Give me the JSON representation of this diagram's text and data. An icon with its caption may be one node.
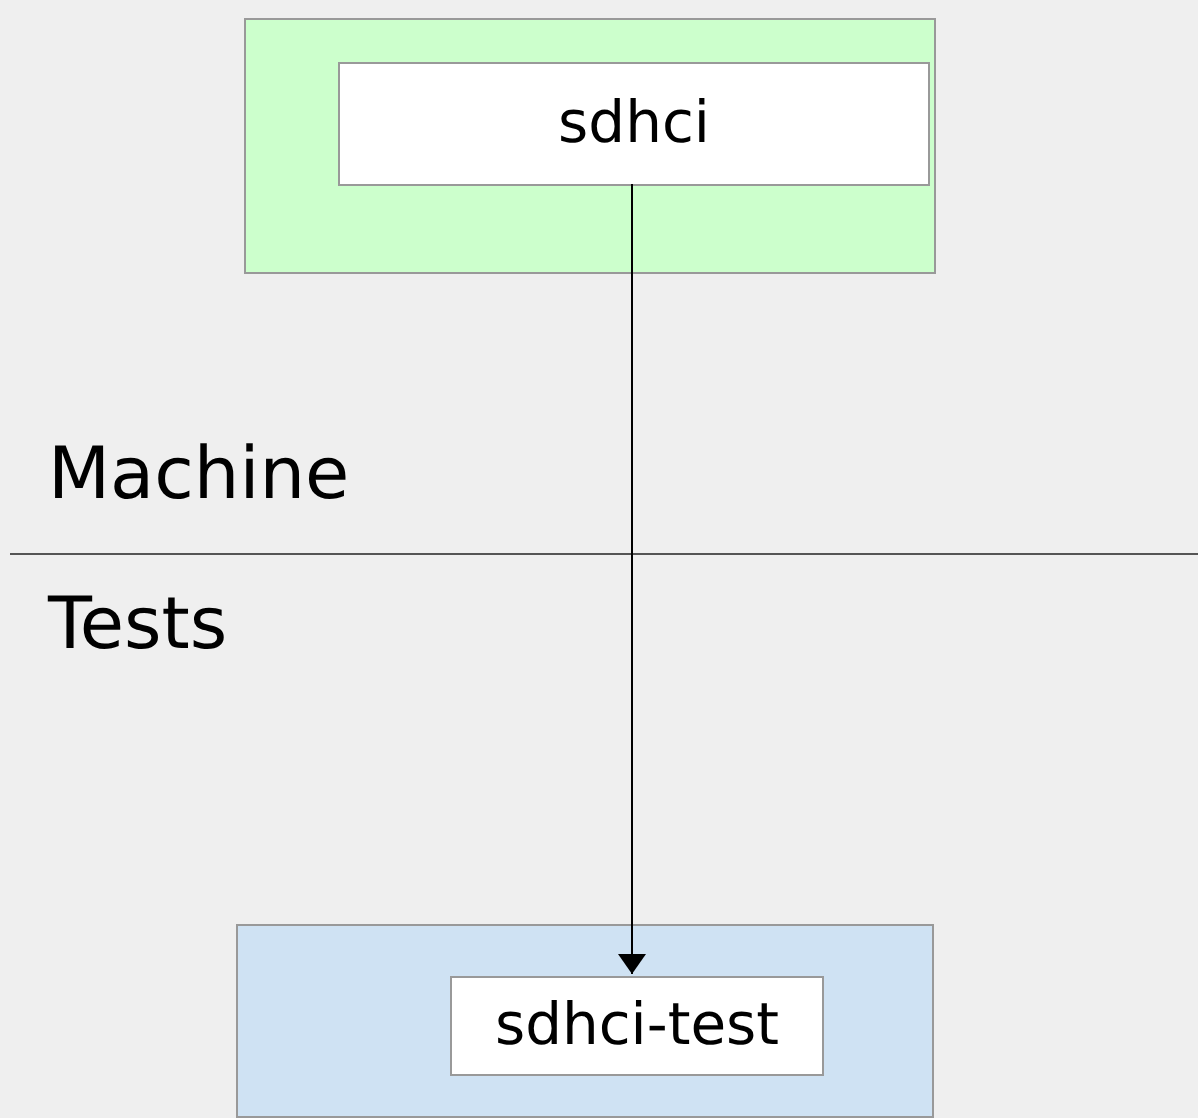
{
  "diagram": {
    "nodes": [
      {
        "text": [],
        "shape": "box"
      },
      {
        "text": [
          "sdhci"
        ],
        "in": 0
      },
      {
        "text": [],
        "shape": "box"
      },
      {
        "text": [
          "sdhci-test"
        ],
        "in": 2
      }
    ],
    "edges": [
      {
        "from": 1,
        "to": 3,
        "arrow": "to"
      }
    ],
    "labels": [
      "Machine",
      "Tests"
    ]
  }
}
